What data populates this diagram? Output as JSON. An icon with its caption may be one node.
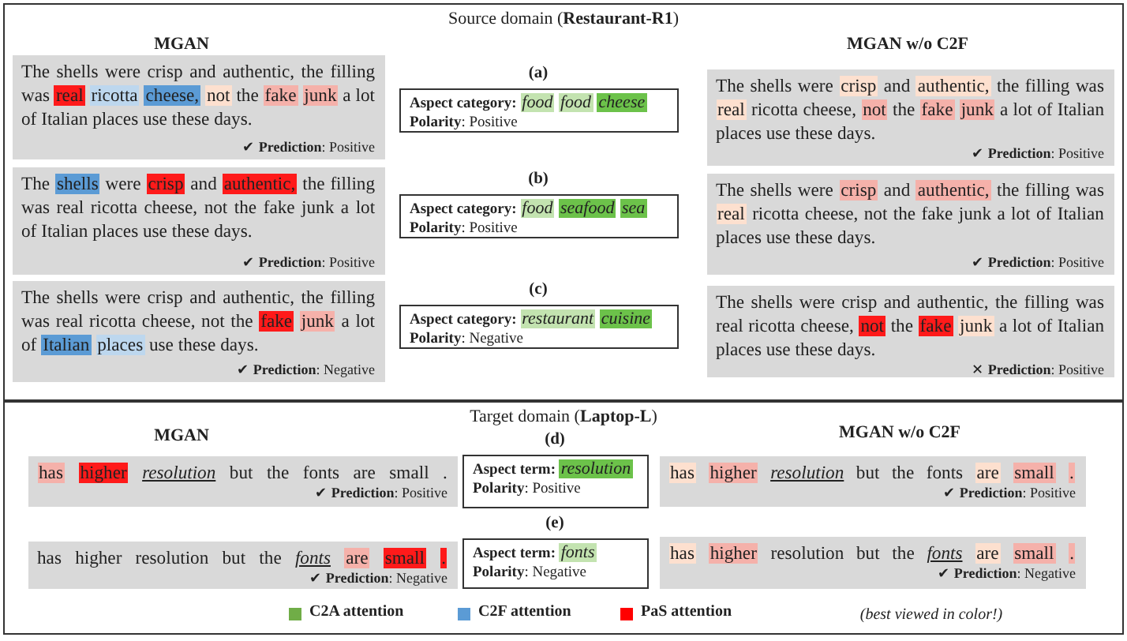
{
  "diagram": {
    "nodes": [
      {
        "text": [
          "Source domain (**Restaurant-R1**)"
        ]
      },
      {
        "text": [
          "The shells were crisp and authentic, the filling was real ricotta cheese, not the fake junk a lot of Italian places use these days.",
          "✔ **Prediction**: Positive"
        ],
        "in": 0
      },
      {
        "text": [
          "(a)",
          "Aspect category:",
          "food food cheese",
          "**Polarity**: Positive"
        ],
        "in": 0
      },
      {
        "text": [
          "The shells were crisp and authentic, the filling was real ricotta cheese, not the fake junk a lot of Italian places use these days.",
          "✔ **Prediction**: Positive"
        ],
        "in": 0
      },
      {
        "text": [
          "The shells were crisp and authentic, the filling was real ricotta cheese, not the fake junk a lot of Italian places use these days.",
          "✔ **Prediction**: Positive"
        ],
        "in": 0
      },
      {
        "text": [
          "(b)",
          "Aspect category:",
          "food seafood sea",
          "**Polarity**: Positive"
        ],
        "in": 0
      },
      {
        "text": [
          "The shells were crisp and authentic, the filling was real ricotta cheese, not the fake junk a lot of Italian places use these days.",
          "✔ **Prediction**: Positive"
        ],
        "in": 0
      },
      {
        "text": [
          "The shells were crisp and authentic, the filling was real ricotta cheese, not the fake junk a lot of Italian places use these days.",
          "✔ **Prediction**: Negative"
        ],
        "in": 0
      },
      {
        "text": [
          "(c)",
          "Aspect category:",
          "restaurant cuisine",
          "**Polarity**: Negative"
        ],
        "in": 0
      },
      {
        "text": [
          "The shells were crisp and authentic, the filling was real ricotta cheese, not the fake junk a lot of Italian places use these days.",
          "✕ **Prediction**: Positive"
        ],
        "in": 0
      },
      {
        "text": [
          "Target domain (**Laptop-L**)"
        ]
      },
      {
        "text": [
          "has higher resolution but the fonts are small .",
          "✔ **Prediction**: Positive"
        ],
        "in": 10
      },
      {
        "text": [
          "(d)",
          "Aspect term:",
          "resolution",
          "**Polarity**: Positive"
        ],
        "in": 10
      },
      {
        "text": [
          "has higher resolution but the fonts are small .",
          "✔ **Prediction**: Positive"
        ],
        "in": 10
      },
      {
        "text": [
          "has higher resolution but the fonts are small .",
          "✔ **Prediction**: Negative"
        ],
        "in": 10
      },
      {
        "text": [
          "(e)",
          "Aspect term:",
          "fonts",
          "**Polarity**: Negative"
        ],
        "in": 10
      },
      {
        "text": [
          "has higher resolution but the fonts are small .",
          "✔ **Prediction**: Negative"
        ],
        "in": 10
      }
    ],
    "labels": [
      "MGAN",
      "MGAN w/o C2F",
      "MGAN",
      "MGAN w/o C2F",
      "(best viewed in color!)"
    ],
    "legend": [
      {
        "text": "C2A attention",
        "color": "#70ad47"
      },
      {
        "text": "C2F attention",
        "color": "#5b9bd5"
      },
      {
        "text": "PaS attention",
        "color": "#ff0000"
      }
    ]
  }
}
